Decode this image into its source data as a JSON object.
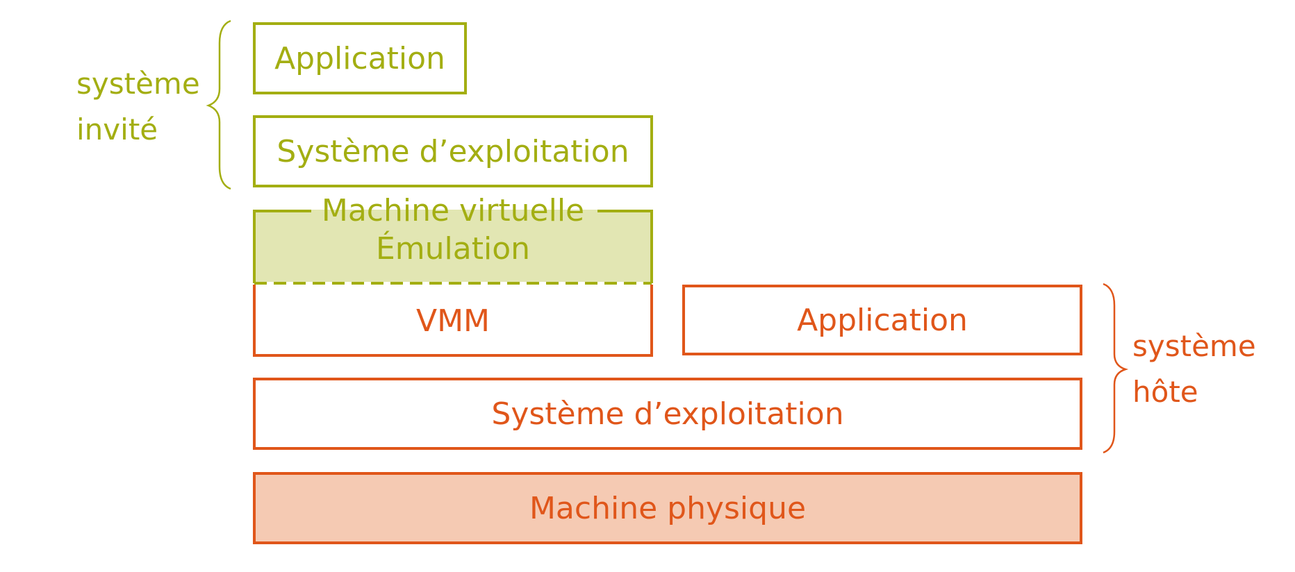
{
  "colors": {
    "guest": "#a3ae12",
    "guest_fill": "#e2e6b3",
    "host": "#e0561a",
    "host_fill": "#f5cab3"
  },
  "guest_system": {
    "label_line1": "système",
    "label_line2": "invité",
    "application": "Application",
    "os": "Système d’exploitation"
  },
  "virtual_machine": {
    "title": "Machine virtuelle",
    "subtitle": "Émulation"
  },
  "host_system": {
    "label_line1": "système",
    "label_line2": "hôte",
    "vmm": "VMM",
    "application": "Application",
    "os": "Système d’exploitation"
  },
  "hardware": {
    "label": "Machine physique"
  }
}
